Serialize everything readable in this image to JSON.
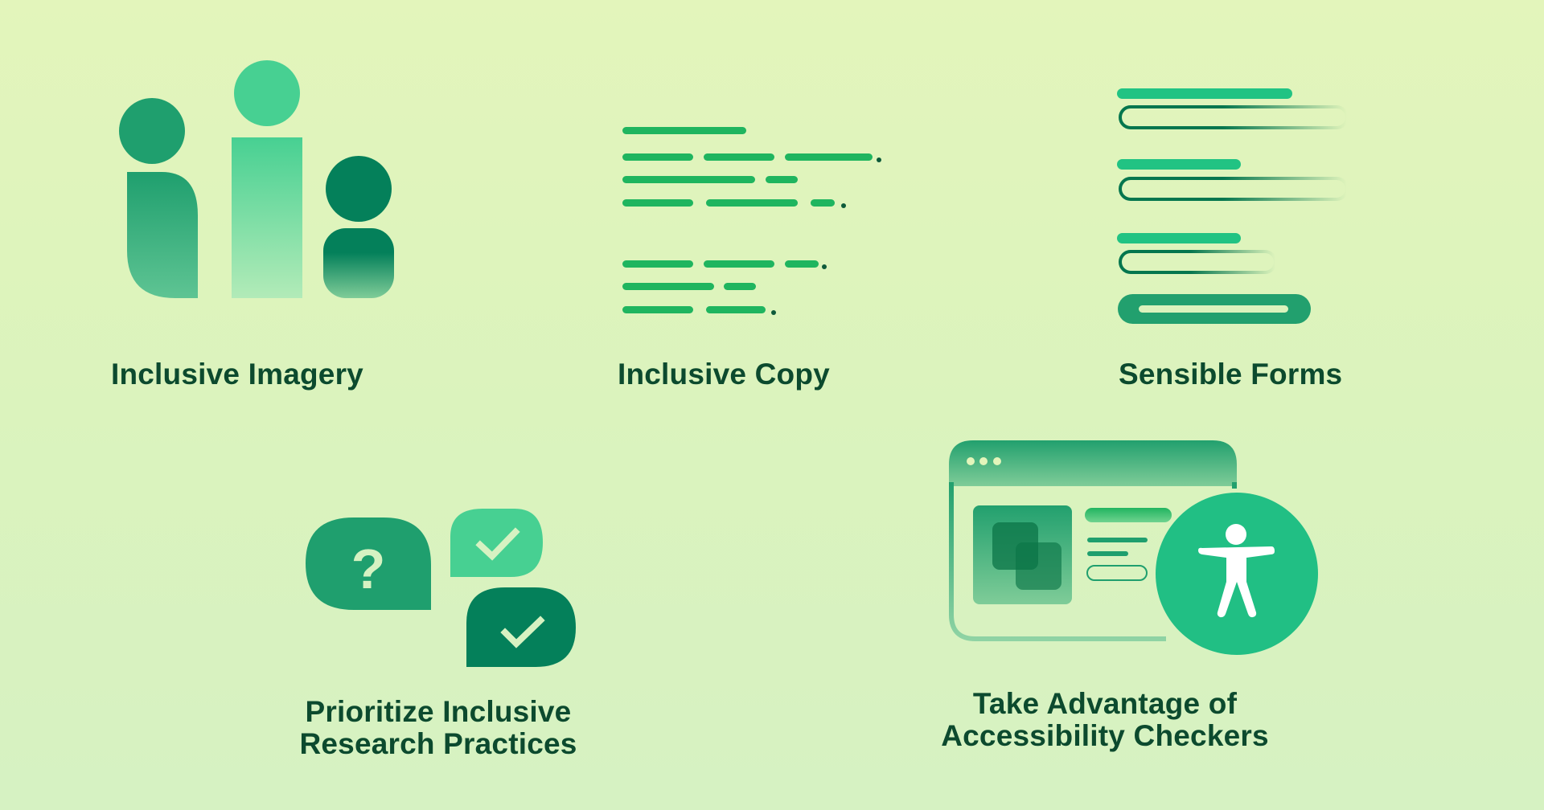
{
  "cards": [
    {
      "id": "inclusive-imagery",
      "label": "Inclusive Imagery",
      "icon": "people-figures-icon"
    },
    {
      "id": "inclusive-copy",
      "label": "Inclusive Copy",
      "icon": "text-lines-icon"
    },
    {
      "id": "sensible-forms",
      "label": "Sensible Forms",
      "icon": "form-fields-icon"
    },
    {
      "id": "inclusive-research",
      "label_line1": "Prioritize Inclusive",
      "label_line2": "Research Practices",
      "icon": "speech-bubbles-icon"
    },
    {
      "id": "accessibility-checkers",
      "label_line1": "Take Advantage of",
      "label_line2": "Accessibility Checkers",
      "icon": "accessibility-browser-icon"
    }
  ],
  "colors": {
    "background_top": "#e3f5bb",
    "background_bottom": "#d6f2c2",
    "text_dark": "#0c4a2e",
    "green_primary": "#1fb55f",
    "green_medium": "#22a06e",
    "green_light": "#47d092",
    "green_dark": "#04805a",
    "accessibility_circle": "#21bf84"
  }
}
